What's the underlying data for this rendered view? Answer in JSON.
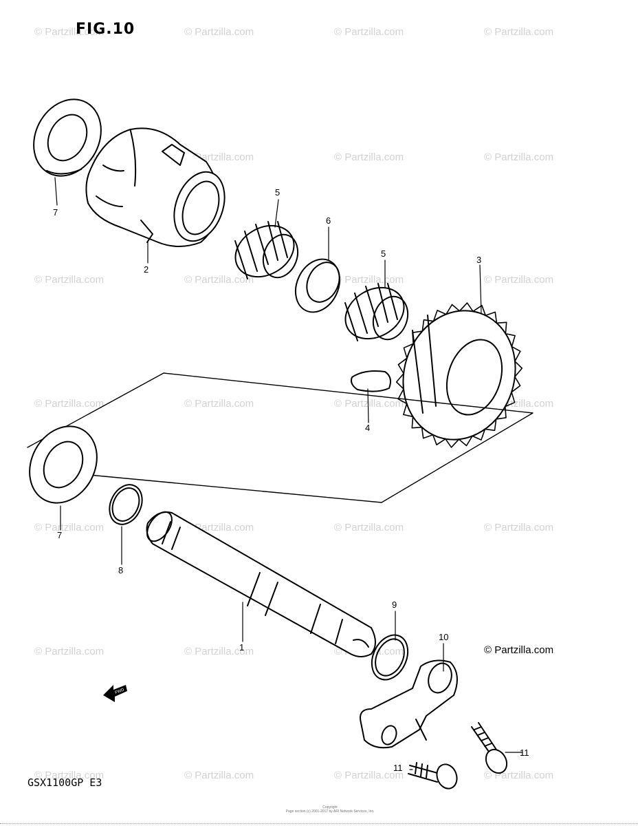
{
  "figure": {
    "title": "FIG.10",
    "model": "GSX1100GP E3"
  },
  "watermark": "© Partzilla.com",
  "copyright_main": "© Partzilla.com",
  "fine_print": {
    "line1": "Copyright",
    "line2": "Page section (c) 2001-2017 by ARI Network Services, Inc."
  },
  "callouts": [
    "1",
    "2",
    "3",
    "4",
    "5",
    "5",
    "6",
    "7",
    "7",
    "8",
    "9",
    "10",
    "11",
    "11"
  ],
  "fwd_label": "FWD"
}
